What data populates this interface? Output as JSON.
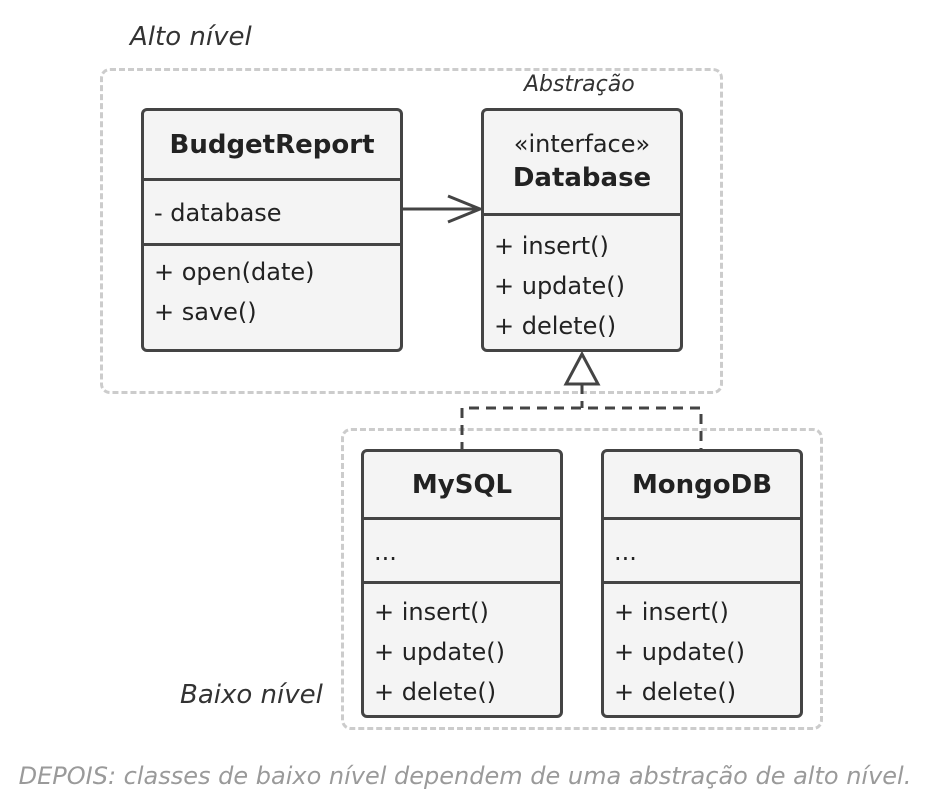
{
  "labels": {
    "high_level": "Alto nível",
    "low_level": "Baixo nível",
    "abstraction": "Abstração"
  },
  "classes": {
    "budget_report": {
      "name": "BudgetReport",
      "fields": [
        "- database"
      ],
      "methods": [
        "+ open(date)",
        "+ save()"
      ]
    },
    "database": {
      "stereotype": "«interface»",
      "name": "Database",
      "methods": [
        "+ insert()",
        "+ update()",
        "+ delete()"
      ]
    },
    "mysql": {
      "name": "MySQL",
      "fields": [
        "..."
      ],
      "methods": [
        "+ insert()",
        "+ update()",
        "+ delete()"
      ]
    },
    "mongodb": {
      "name": "MongoDB",
      "fields": [
        "..."
      ],
      "methods": [
        "+ insert()",
        "+ update()",
        "+ delete()"
      ]
    }
  },
  "caption": "DEPOIS: classes de baixo nível dependem de uma abstração de alto nível.",
  "colors": {
    "border": "#444444",
    "fill": "#f4f4f4",
    "group_border": "#cccccc",
    "caption": "#9a9a9a"
  }
}
